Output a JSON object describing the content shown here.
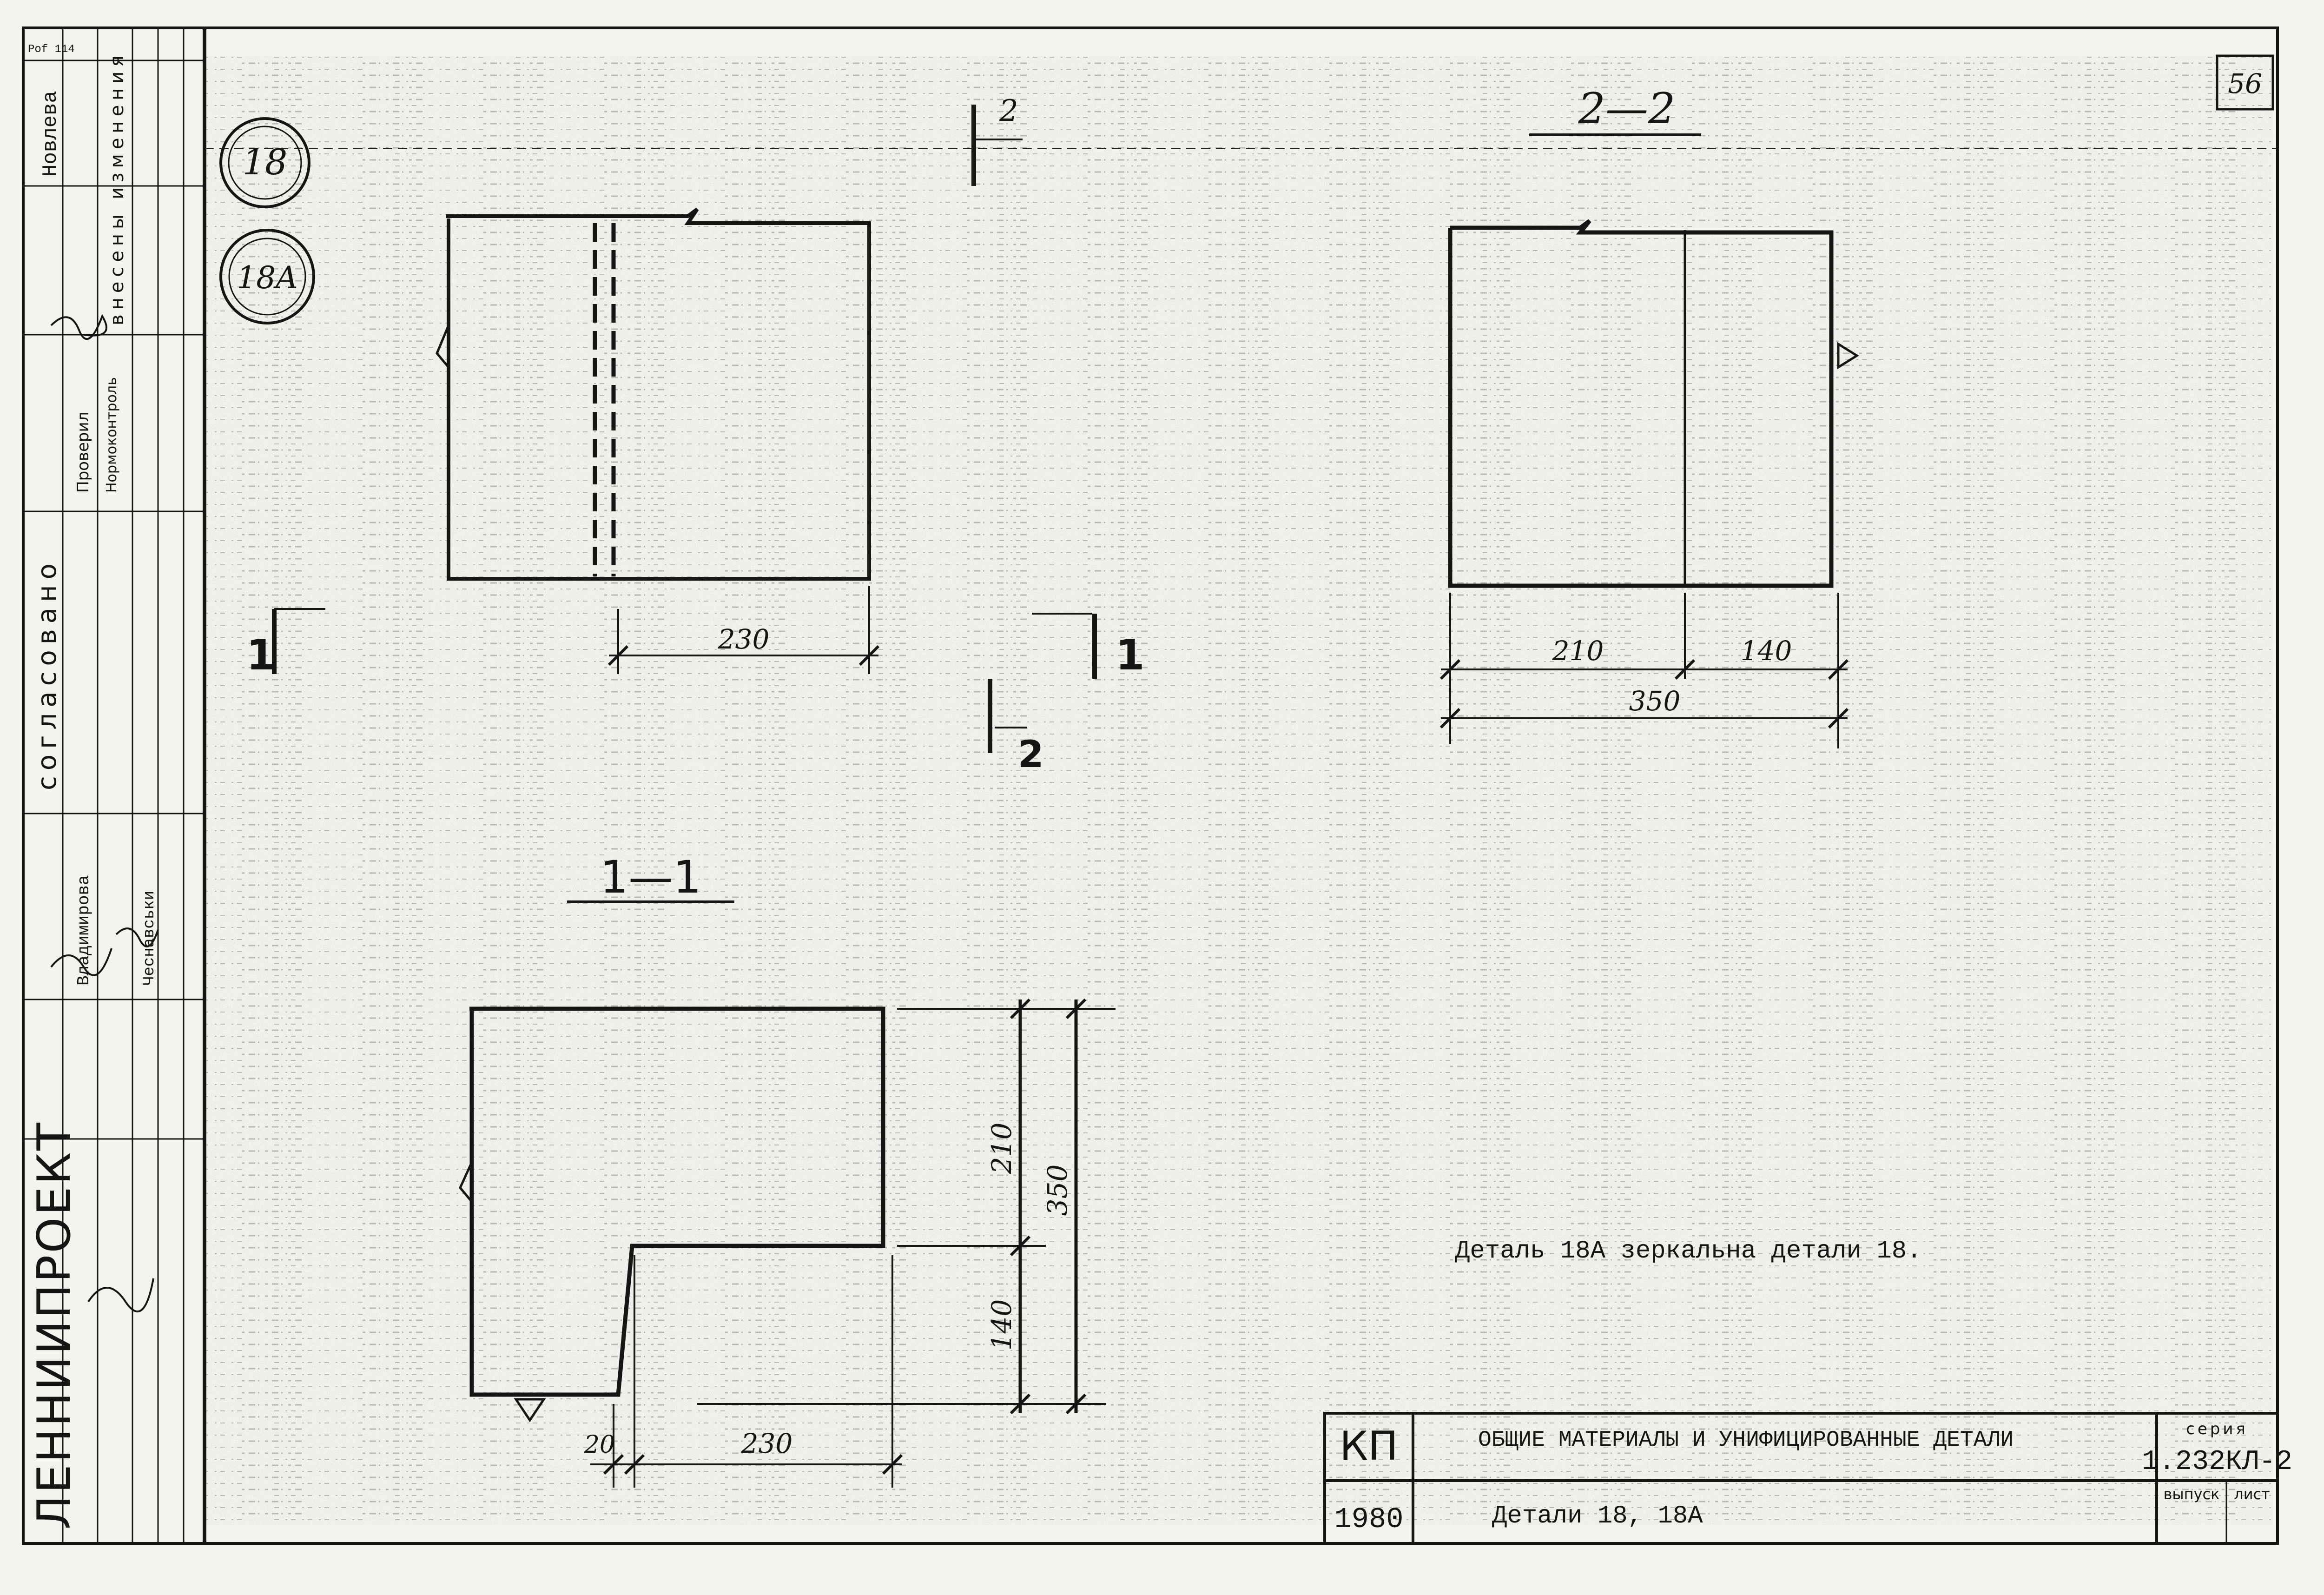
{
  "sheet_number": "56",
  "corner_mark": "Pof 114",
  "detail_markers": {
    "primary": "18",
    "mirrored": "18A"
  },
  "section_marks": {
    "one": "1",
    "two": "2"
  },
  "sections": {
    "plan": {
      "dim_width": "230"
    },
    "section_2_2": {
      "title": "2—2",
      "dim_left": "210",
      "dim_right": "140",
      "dim_total": "350"
    },
    "section_1_1": {
      "title": "1—1",
      "dim_top": "210",
      "dim_bottom": "140",
      "dim_total": "350",
      "dim_gap": "20",
      "dim_width": "230"
    }
  },
  "note": "Деталь 18А зеркальна детали 18.",
  "org_name": "ЛЕННИИПРОЕКТ",
  "side_stamp": {
    "agreed": "согласовано",
    "changes_row": "внесены изменения",
    "roles": [
      "Проверил",
      "Нормоконтроль"
    ],
    "names": [
      "Новлева",
      "Владимирова",
      "Чеснавськи"
    ]
  },
  "title_block": {
    "code": "КП",
    "title": "ОБЩИЕ МАТЕРИАЛЫ И УНИФИЦИРОВАННЫЕ ДЕТАЛИ",
    "year": "1980",
    "drawing_name": "Детали 18, 18А",
    "series_label": "серия",
    "series_value": "1.232КЛ-2",
    "issue_label": "выпуск",
    "sheet_label": "лист"
  },
  "colors": {
    "paper": "#f4f3ee",
    "ink": "#151515",
    "noise": "#8c8c86"
  }
}
